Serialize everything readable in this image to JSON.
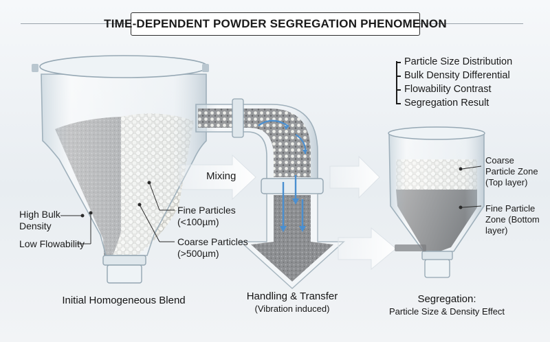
{
  "title": "TIME-DEPENDENT POWDER SEGREGATION PHENOMENON",
  "legend": [
    "Particle Size Distribution",
    "Bulk Density Differential",
    "Flowability Contrast",
    "Segregation Result"
  ],
  "hopper_labels": {
    "high_bulk_density": "High Bulk\nDensity",
    "low_flowability": "Low Flowability",
    "fine_particles": "Fine Particles\n(<100µm)",
    "coarse_particles": "Coarse Particles\n(>500µm)"
  },
  "arrow_label": "Mixing",
  "result_labels": {
    "coarse_zone": "Coarse\nParticle Zone\n(Top layer)",
    "fine_zone": "Fine Particle\nZone (Bottom\nlayer)"
  },
  "captions": {
    "stage1": "Initial Homogeneous Blend",
    "stage2_main": "Handling & Transfer",
    "stage2_sub": "(Vibration induced)",
    "stage3_main": "Segregation:",
    "stage3_sub": "Particle Size & Density Effect"
  },
  "colors": {
    "glass": "#dfe8ee",
    "fine_powder": "#6d6f72",
    "coarse_particle": "#eeeeea",
    "arrow": "#ffffff",
    "flow_arrow": "#4a8fd0"
  }
}
